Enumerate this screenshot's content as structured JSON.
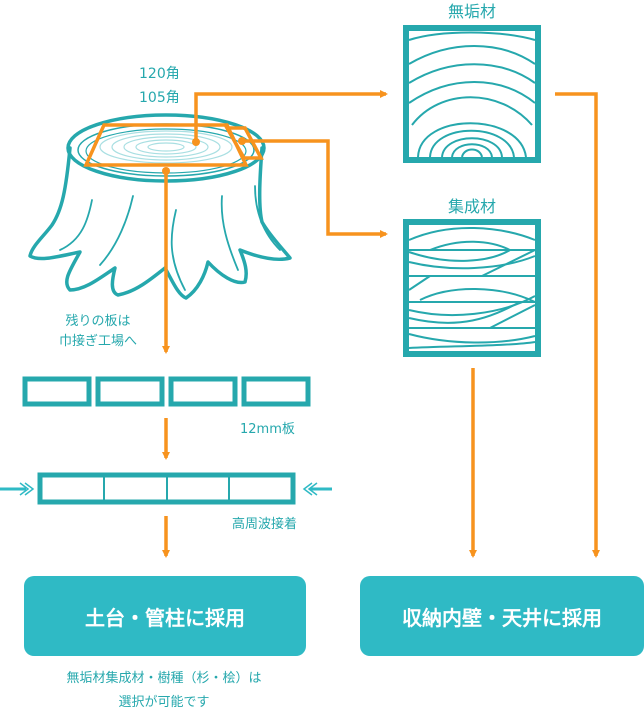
{
  "colors": {
    "teal": "#26a8ad",
    "orange": "#f7931e",
    "box": "#2fbac5",
    "box_text": "#ffffff"
  },
  "stump": {
    "size_label_1": "120角",
    "size_label_2": "105角"
  },
  "materials": {
    "solid_wood": "無垢材",
    "laminated_wood": "集成材"
  },
  "process": {
    "remaining_boards": [
      "残りの板は",
      "巾接ぎ工場へ"
    ],
    "board_label": "12mm板",
    "glue_label": "高周波接着"
  },
  "results": {
    "left_box": "土台・管柱に採用",
    "right_box": "収納内壁・天井に採用",
    "note": [
      "無垢材集成材・樹種（杉・桧）は",
      "選択が可能です"
    ]
  },
  "icons": [
    "tree-stump-icon",
    "solid-wood-grain-icon",
    "laminated-wood-grain-icon",
    "board-icon",
    "glued-board-icon",
    "arrow-icon",
    "double-chevron-icon"
  ]
}
